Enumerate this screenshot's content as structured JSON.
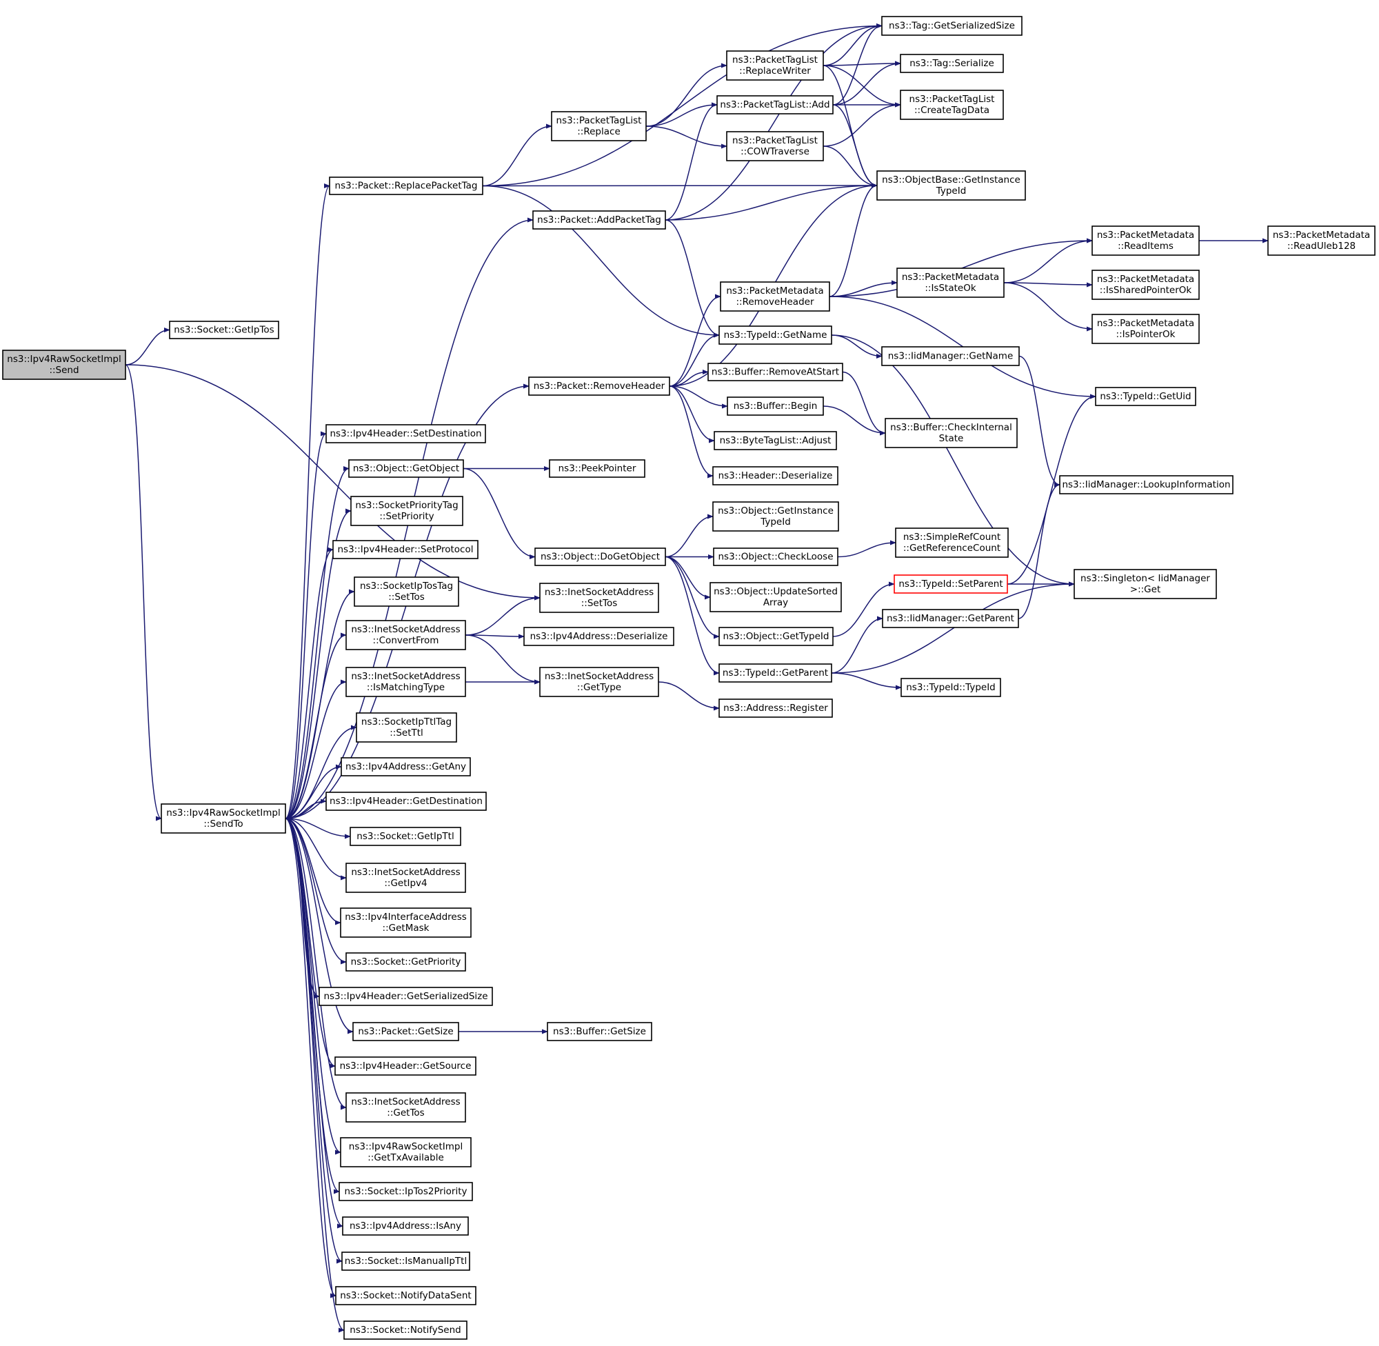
{
  "colors": {
    "edge": "#191970",
    "node_border": "#000000",
    "root_fill": "#bfbfbf",
    "highlight_border": "#ff0000",
    "background": "#ffffff"
  },
  "nodes": {
    "send": [
      "ns3::Ipv4RawSocketImpl",
      "::Send"
    ],
    "getiptos": [
      "ns3::Socket::GetIpTos"
    ],
    "sendto": [
      "ns3::Ipv4RawSocketImpl",
      "::SendTo"
    ],
    "replacepackettag": [
      "ns3::Packet::ReplacePacketTag"
    ],
    "addpackettag": [
      "ns3::Packet::AddPacketTag"
    ],
    "removeheader_pkt": [
      "ns3::Packet::RemoveHeader"
    ],
    "ipv4h_setdest": [
      "ns3::Ipv4Header::SetDestination"
    ],
    "obj_getobject": [
      "ns3::Object::GetObject"
    ],
    "sockprio_setprio": [
      "ns3::SocketPriorityTag",
      "::SetPriority"
    ],
    "ipv4h_setproto": [
      "ns3::Ipv4Header::SetProtocol"
    ],
    "sockiptos_settos": [
      "ns3::SocketIpTosTag",
      "::SetTos"
    ],
    "inet_convertfrom": [
      "ns3::InetSocketAddress",
      "::ConvertFrom"
    ],
    "inet_ismatching": [
      "ns3::InetSocketAddress",
      "::IsMatchingType"
    ],
    "sockipttl_setttl": [
      "ns3::SocketIpTtlTag",
      "::SetTtl"
    ],
    "ipv4a_getany": [
      "ns3::Ipv4Address::GetAny"
    ],
    "ipv4h_getdest": [
      "ns3::Ipv4Header::GetDestination"
    ],
    "sock_getipttl": [
      "ns3::Socket::GetIpTtl"
    ],
    "inet_getipv4": [
      "ns3::InetSocketAddress",
      "::GetIpv4"
    ],
    "ipv4if_getmask": [
      "ns3::Ipv4InterfaceAddress",
      "::GetMask"
    ],
    "sock_getprio": [
      "ns3::Socket::GetPriority"
    ],
    "ipv4h_getsersize": [
      "ns3::Ipv4Header::GetSerializedSize"
    ],
    "pkt_getsize": [
      "ns3::Packet::GetSize"
    ],
    "ipv4h_getsource": [
      "ns3::Ipv4Header::GetSource"
    ],
    "inet_gettos": [
      "ns3::InetSocketAddress",
      "::GetTos"
    ],
    "raw_gettxavail": [
      "ns3::Ipv4RawSocketImpl",
      "::GetTxAvailable"
    ],
    "sock_iptos2prio": [
      "ns3::Socket::IpTos2Priority"
    ],
    "ipv4a_isany": [
      "ns3::Ipv4Address::IsAny"
    ],
    "sock_ismanualipttl": [
      "ns3::Socket::IsManualIpTtl"
    ],
    "sock_notifydatasent": [
      "ns3::Socket::NotifyDataSent"
    ],
    "sock_notifysend": [
      "ns3::Socket::NotifySend"
    ],
    "ptl_replace": [
      "ns3::PacketTagList",
      "::Replace"
    ],
    "peekpointer": [
      "ns3::PeekPointer"
    ],
    "obj_dogetobject": [
      "ns3::Object::DoGetObject"
    ],
    "inet_settos": [
      "ns3::InetSocketAddress",
      "::SetTos"
    ],
    "ipv4a_deserialize": [
      "ns3::Ipv4Address::Deserialize"
    ],
    "inet_gettype": [
      "ns3::InetSocketAddress",
      "::GetType"
    ],
    "buf_getsize": [
      "ns3::Buffer::GetSize"
    ],
    "ptl_replacewriter": [
      "ns3::PacketTagList",
      "::ReplaceWriter"
    ],
    "ptl_add": [
      "ns3::PacketTagList::Add"
    ],
    "ptl_cowtraverse": [
      "ns3::PacketTagList",
      "::COWTraverse"
    ],
    "pm_removeheader": [
      "ns3::PacketMetadata",
      "::RemoveHeader"
    ],
    "typeid_getname": [
      "ns3::TypeId::GetName"
    ],
    "buf_removeatstart": [
      "ns3::Buffer::RemoveAtStart"
    ],
    "buf_begin": [
      "ns3::Buffer::Begin"
    ],
    "btl_adjust": [
      "ns3::ByteTagList::Adjust"
    ],
    "header_deserialize": [
      "ns3::Header::Deserialize"
    ],
    "obj_getinsttypeid": [
      "ns3::Object::GetInstance",
      "TypeId"
    ],
    "obj_checkloose": [
      "ns3::Object::CheckLoose"
    ],
    "obj_updatesorted": [
      "ns3::Object::UpdateSorted",
      "Array"
    ],
    "obj_gettypeid": [
      "ns3::Object::GetTypeId"
    ],
    "typeid_getparent": [
      "ns3::TypeId::GetParent"
    ],
    "addr_register": [
      "ns3::Address::Register"
    ],
    "tag_getsersize": [
      "ns3::Tag::GetSerializedSize"
    ],
    "tag_serialize": [
      "ns3::Tag::Serialize"
    ],
    "ptl_createtagdata": [
      "ns3::PacketTagList",
      "::CreateTagData"
    ],
    "objbase_getinsttypeid": [
      "ns3::ObjectBase::GetInstance",
      "TypeId"
    ],
    "pm_isstateok": [
      "ns3::PacketMetadata",
      "::IsStateOk"
    ],
    "iid_getname": [
      "ns3::IidManager::GetName"
    ],
    "buf_checkinternal": [
      "ns3::Buffer::CheckInternal",
      "State"
    ],
    "simplerefcount_getref": [
      "ns3::SimpleRefCount",
      "::GetReferenceCount"
    ],
    "typeid_setparent": [
      "ns3::TypeId::SetParent"
    ],
    "iid_getparent": [
      "ns3::IidManager::GetParent"
    ],
    "typeid_typeid": [
      "ns3::TypeId::TypeId"
    ],
    "pm_readitems": [
      "ns3::PacketMetadata",
      "::ReadItems"
    ],
    "pm_issharedptrok": [
      "ns3::PacketMetadata",
      "::IsSharedPointerOk"
    ],
    "pm_isptrok": [
      "ns3::PacketMetadata",
      "::IsPointerOk"
    ],
    "typeid_getuid": [
      "ns3::TypeId::GetUid"
    ],
    "iid_lookupinfo": [
      "ns3::IidManager::LookupInformation"
    ],
    "singleton_get": [
      "ns3::Singleton< IidManager",
      ">::Get"
    ],
    "pm_readuleb128": [
      "ns3::PacketMetadata",
      "::ReadUleb128"
    ]
  },
  "edges": [
    [
      "send",
      "getiptos"
    ],
    [
      "send",
      "inet_settos"
    ],
    [
      "send",
      "sendto"
    ],
    [
      "sendto",
      "replacepackettag"
    ],
    [
      "sendto",
      "addpackettag"
    ],
    [
      "sendto",
      "removeheader_pkt"
    ],
    [
      "sendto",
      "ipv4h_setdest"
    ],
    [
      "sendto",
      "obj_getobject"
    ],
    [
      "sendto",
      "sockprio_setprio"
    ],
    [
      "sendto",
      "ipv4h_setproto"
    ],
    [
      "sendto",
      "sockiptos_settos"
    ],
    [
      "sendto",
      "inet_convertfrom"
    ],
    [
      "sendto",
      "inet_ismatching"
    ],
    [
      "sendto",
      "sockipttl_setttl"
    ],
    [
      "sendto",
      "ipv4a_getany"
    ],
    [
      "sendto",
      "ipv4h_getdest"
    ],
    [
      "sendto",
      "sock_getipttl"
    ],
    [
      "sendto",
      "inet_getipv4"
    ],
    [
      "sendto",
      "ipv4if_getmask"
    ],
    [
      "sendto",
      "sock_getprio"
    ],
    [
      "sendto",
      "ipv4h_getsersize"
    ],
    [
      "sendto",
      "pkt_getsize"
    ],
    [
      "sendto",
      "ipv4h_getsource"
    ],
    [
      "sendto",
      "inet_gettos"
    ],
    [
      "sendto",
      "raw_gettxavail"
    ],
    [
      "sendto",
      "sock_iptos2prio"
    ],
    [
      "sendto",
      "ipv4a_isany"
    ],
    [
      "sendto",
      "sock_ismanualipttl"
    ],
    [
      "sendto",
      "sock_notifydatasent"
    ],
    [
      "sendto",
      "sock_notifysend"
    ],
    [
      "replacepackettag",
      "ptl_replace"
    ],
    [
      "replacepackettag",
      "tag_getsersize"
    ],
    [
      "replacepackettag",
      "objbase_getinsttypeid"
    ],
    [
      "replacepackettag",
      "typeid_getname"
    ],
    [
      "addpackettag",
      "ptl_add"
    ],
    [
      "addpackettag",
      "tag_getsersize"
    ],
    [
      "addpackettag",
      "objbase_getinsttypeid"
    ],
    [
      "addpackettag",
      "typeid_getname"
    ],
    [
      "ptl_replace",
      "ptl_replacewriter"
    ],
    [
      "ptl_replace",
      "ptl_add"
    ],
    [
      "ptl_replace",
      "ptl_cowtraverse"
    ],
    [
      "ptl_replacewriter",
      "tag_getsersize"
    ],
    [
      "ptl_replacewriter",
      "tag_serialize"
    ],
    [
      "ptl_replacewriter",
      "ptl_createtagdata"
    ],
    [
      "ptl_replacewriter",
      "objbase_getinsttypeid"
    ],
    [
      "ptl_add",
      "tag_getsersize"
    ],
    [
      "ptl_add",
      "tag_serialize"
    ],
    [
      "ptl_add",
      "ptl_createtagdata"
    ],
    [
      "ptl_add",
      "objbase_getinsttypeid"
    ],
    [
      "ptl_cowtraverse",
      "ptl_createtagdata"
    ],
    [
      "ptl_cowtraverse",
      "objbase_getinsttypeid"
    ],
    [
      "removeheader_pkt",
      "objbase_getinsttypeid"
    ],
    [
      "removeheader_pkt",
      "pm_removeheader"
    ],
    [
      "removeheader_pkt",
      "typeid_getname"
    ],
    [
      "removeheader_pkt",
      "buf_removeatstart"
    ],
    [
      "removeheader_pkt",
      "buf_begin"
    ],
    [
      "removeheader_pkt",
      "btl_adjust"
    ],
    [
      "removeheader_pkt",
      "header_deserialize"
    ],
    [
      "pm_removeheader",
      "objbase_getinsttypeid"
    ],
    [
      "pm_removeheader",
      "pm_readitems"
    ],
    [
      "pm_removeheader",
      "pm_isstateok"
    ],
    [
      "pm_removeheader",
      "typeid_getuid"
    ],
    [
      "pm_isstateok",
      "pm_readitems"
    ],
    [
      "pm_isstateok",
      "pm_issharedptrok"
    ],
    [
      "pm_isstateok",
      "pm_isptrok"
    ],
    [
      "pm_readitems",
      "pm_readuleb128"
    ],
    [
      "typeid_getname",
      "iid_getname"
    ],
    [
      "typeid_getname",
      "singleton_get"
    ],
    [
      "iid_getname",
      "iid_lookupinfo"
    ],
    [
      "buf_removeatstart",
      "buf_checkinternal"
    ],
    [
      "buf_begin",
      "buf_checkinternal"
    ],
    [
      "obj_getobject",
      "peekpointer"
    ],
    [
      "obj_getobject",
      "obj_dogetobject"
    ],
    [
      "obj_dogetobject",
      "obj_getinsttypeid"
    ],
    [
      "obj_dogetobject",
      "obj_checkloose"
    ],
    [
      "obj_dogetobject",
      "obj_updatesorted"
    ],
    [
      "obj_dogetobject",
      "obj_gettypeid"
    ],
    [
      "obj_dogetobject",
      "typeid_getparent"
    ],
    [
      "obj_checkloose",
      "simplerefcount_getref"
    ],
    [
      "obj_gettypeid",
      "typeid_setparent"
    ],
    [
      "typeid_setparent",
      "typeid_getuid"
    ],
    [
      "typeid_setparent",
      "singleton_get"
    ],
    [
      "typeid_getparent",
      "iid_getparent"
    ],
    [
      "typeid_getparent",
      "singleton_get"
    ],
    [
      "typeid_getparent",
      "typeid_typeid"
    ],
    [
      "iid_getparent",
      "iid_lookupinfo"
    ],
    [
      "inet_convertfrom",
      "inet_settos"
    ],
    [
      "inet_convertfrom",
      "ipv4a_deserialize"
    ],
    [
      "inet_convertfrom",
      "inet_gettype"
    ],
    [
      "inet_ismatching",
      "inet_gettype"
    ],
    [
      "inet_gettype",
      "addr_register"
    ],
    [
      "pkt_getsize",
      "buf_getsize"
    ]
  ]
}
